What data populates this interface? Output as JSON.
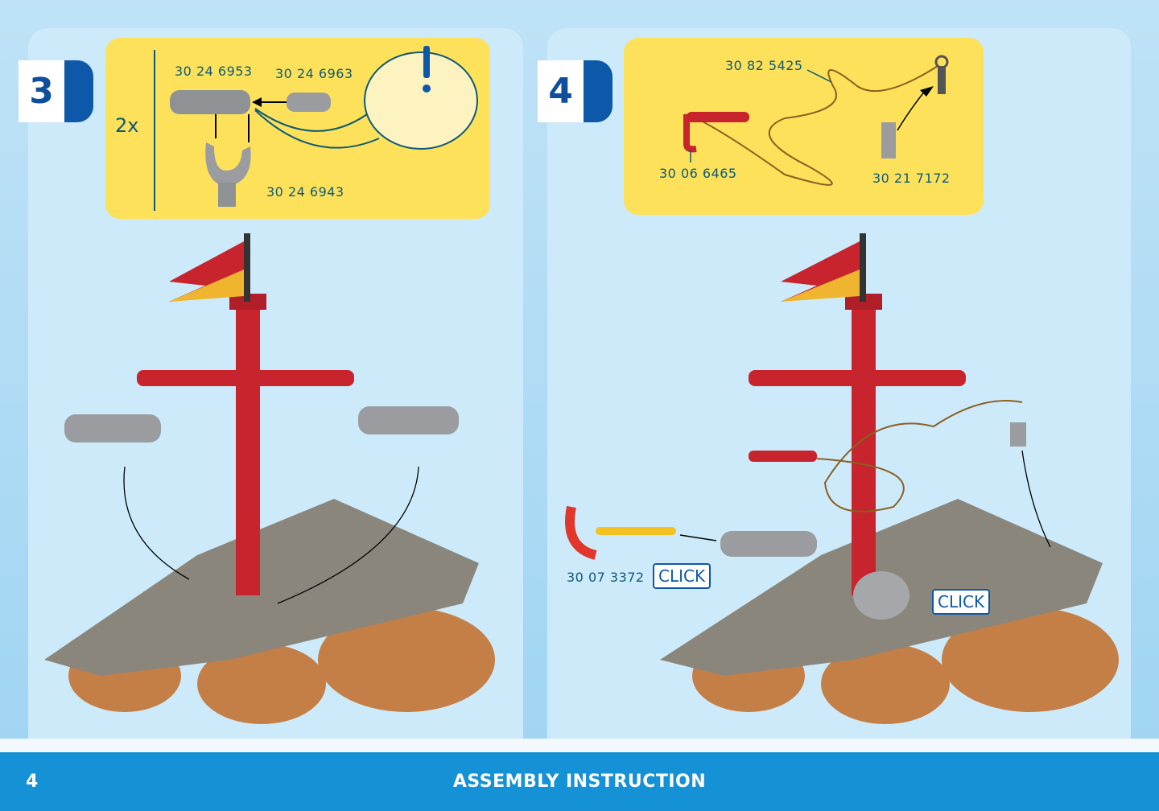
{
  "steps": [
    {
      "number": "3",
      "multiplier": "2x",
      "parts": [
        "30 24 6953",
        "30 24 6963",
        "30 24 6943"
      ],
      "notice": "!"
    },
    {
      "number": "4",
      "parts": [
        "30 82 5425",
        "30 06 6465",
        "30 21 7172"
      ],
      "extra_part": "30 07 3372",
      "click_labels": [
        "CLICK",
        "CLICK"
      ]
    }
  ],
  "footer": {
    "page_number": "4",
    "title": "ASSEMBLY INSTRUCTION"
  },
  "colors": {
    "panel": "#cdeafb",
    "parts_box": "#fde15a",
    "brand_blue": "#0d58a8",
    "footer": "#1591d6"
  }
}
